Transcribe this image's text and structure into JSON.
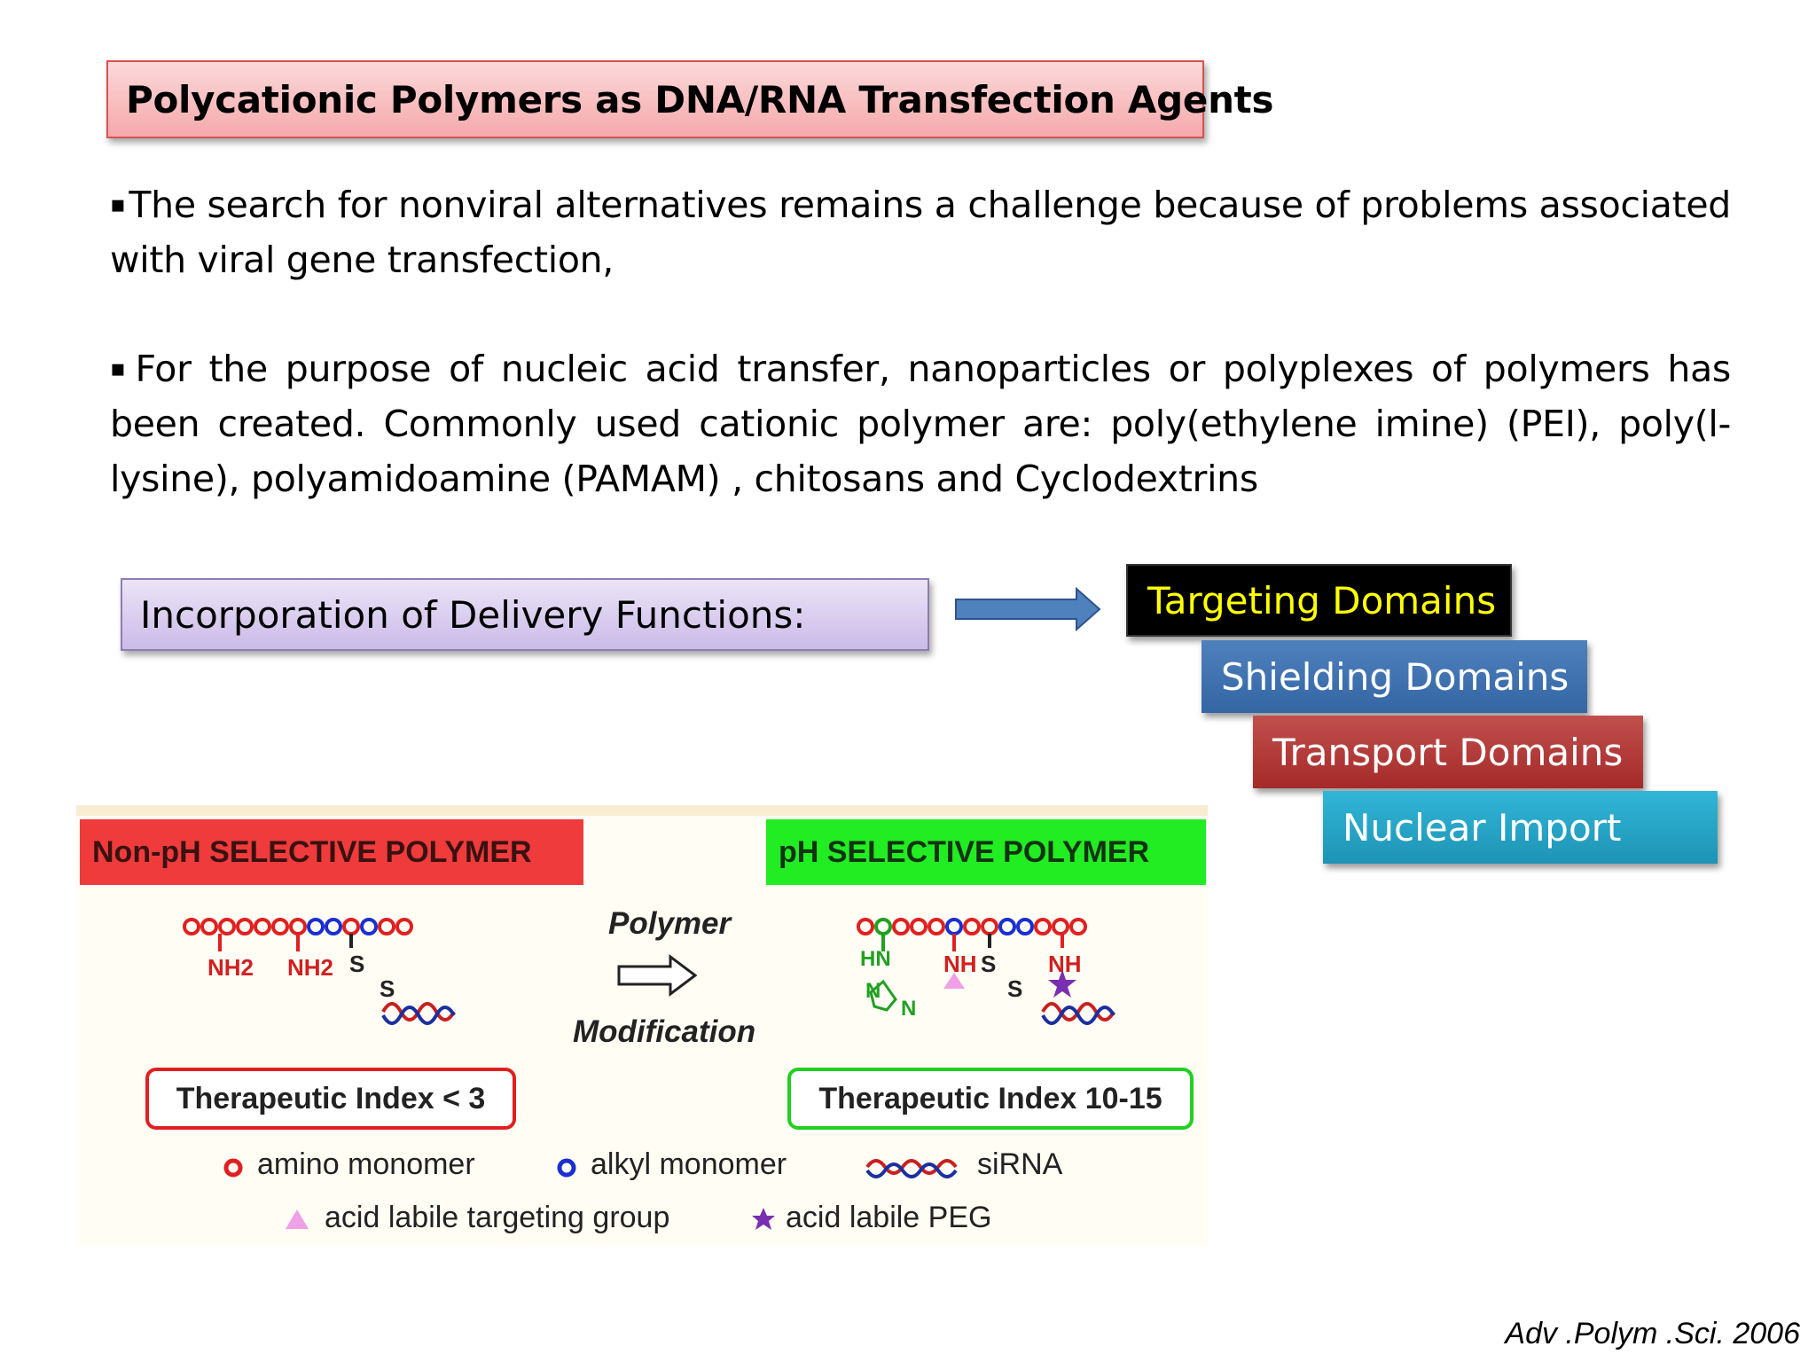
{
  "title": "Polycationic Polymers as DNA/RNA Transfection Agents",
  "paragraphs": [
    {
      "bullet": "▪",
      "text": "The search for nonviral alternatives remains a challenge because of problems associated with viral gene transfection,"
    },
    {
      "bullet": "▪",
      "text": "For the purpose of nucleic acid transfer, nanoparticles  or polyplexes of polymers has been created. Commonly used cationic polymer are: poly(ethylene imine) (PEI), poly(l-lysine), polyamidoamine (PAMAM) , chitosans and Cyclodextrins"
    }
  ],
  "delivery": {
    "label": "Incorporation of Delivery Functions:",
    "domains": [
      "Targeting Domains",
      "Shielding Domains",
      "Transport Domains",
      "Nuclear Import"
    ]
  },
  "figure": {
    "left_label": "Non-pH SELECTIVE POLYMER",
    "right_label": "pH SELECTIVE POLYMER",
    "arrow_top": "Polymer",
    "arrow_bottom": "Modification",
    "left_index": "Therapeutic Index < 3",
    "right_index": "Therapeutic Index 10-15",
    "left_groups": [
      "NH2",
      "NH2",
      "S",
      "S"
    ],
    "right_groups": [
      "HN",
      "N",
      "N",
      "NH",
      "S",
      "S",
      "NH"
    ],
    "legend": {
      "amino": "amino monomer",
      "alkyl": "alkyl monomer",
      "sirna": "siRNA",
      "targeting": "acid labile targeting group",
      "peg": "acid labile PEG"
    },
    "colors": {
      "amino": "#e02020",
      "alkyl": "#1a2fd0",
      "targeting": "#f0a0e6",
      "peg": "#7a2fb0"
    }
  },
  "citation": "Adv .Polym .Sci. 2006"
}
